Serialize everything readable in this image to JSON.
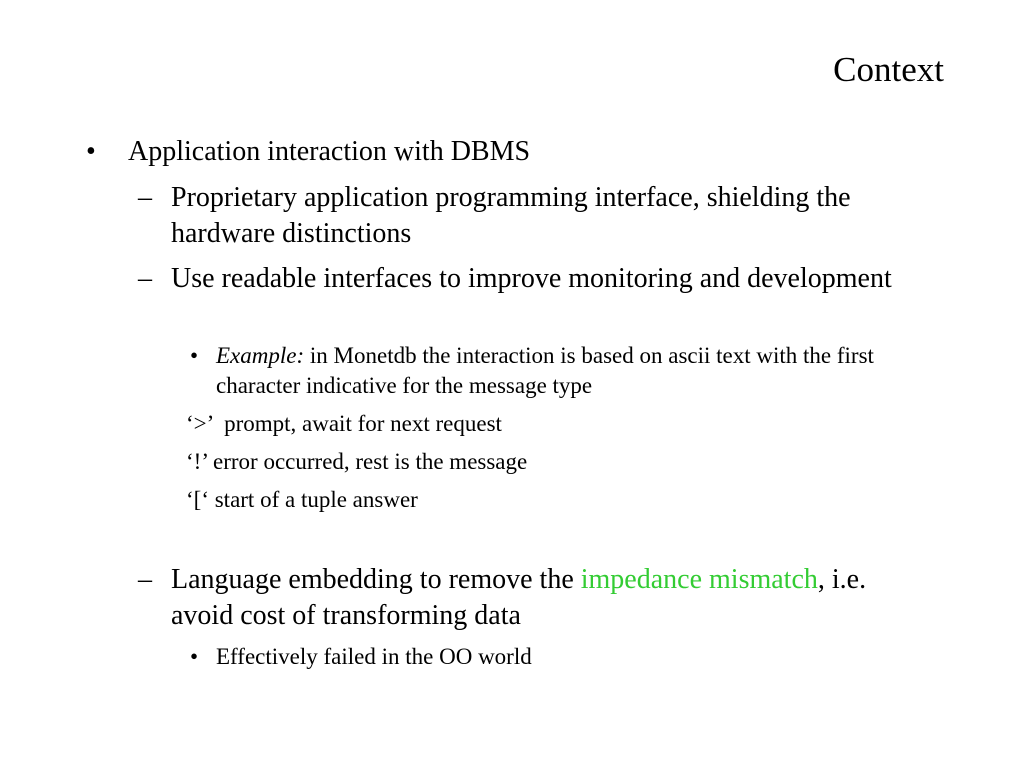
{
  "slide": {
    "title": "Context",
    "bullet_dot": "•",
    "bullet_dash": "–",
    "item_1": "Application interaction with DBMS",
    "item_1a": "Proprietary application programming interface, shielding the hardware distinctions",
    "item_1b": "Use readable interfaces to improve monitoring and development",
    "item_1b_example_label": "Example:",
    "item_1b_example_text": " in Monetdb the interaction is based on ascii text with the first character indicative for the message type",
    "code_prompt": "‘>’  prompt, await for next request",
    "code_error": "‘!’ error occurred, rest is the message",
    "code_tuple": "‘[‘ start of a tuple answer",
    "item_1c_before": "Language embedding to remove the ",
    "item_1c_highlight": "impedance mismatch",
    "item_1c_after": ", i.e. avoid cost of transforming data",
    "item_1c_sub": "Effectively failed in the OO world"
  },
  "colors": {
    "highlight": "#33cc33"
  }
}
